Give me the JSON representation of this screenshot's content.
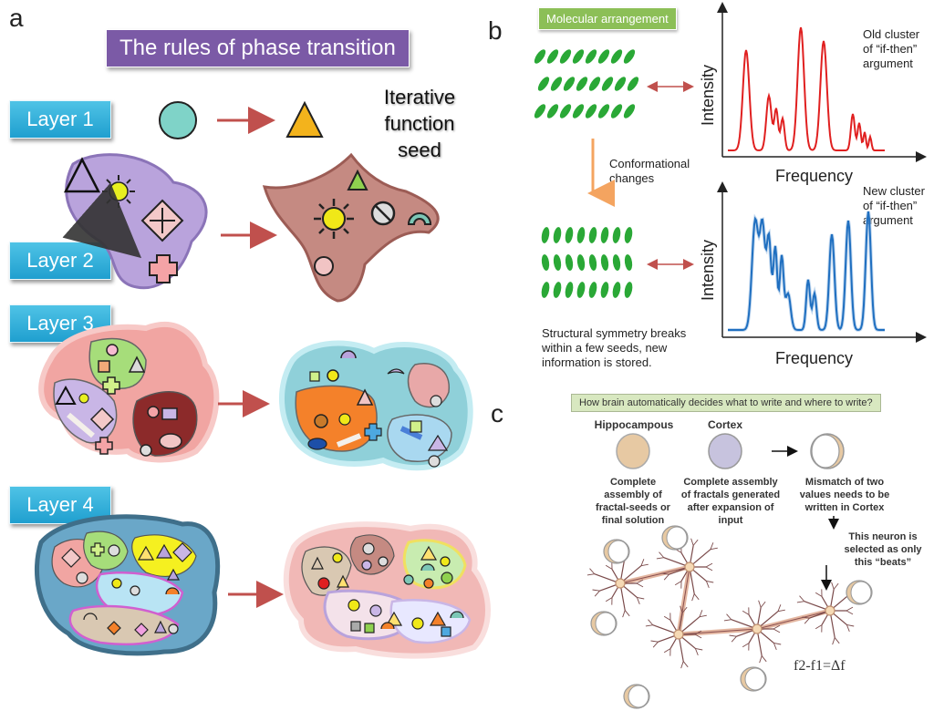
{
  "panel_a": {
    "letter": "a",
    "title": "The rules of phase transition",
    "layers": [
      "Layer 1",
      "Layer 2",
      "Layer 3",
      "Layer 4"
    ],
    "seed_text": [
      "Iterative",
      "function",
      "seed"
    ]
  },
  "panel_b": {
    "letter": "b",
    "banner": "Molecular arrangement",
    "conformational": [
      "Conformational",
      "changes"
    ],
    "symmetry": [
      "Structural symmetry breaks",
      "within a few seeds, new",
      "information is stored."
    ],
    "old_cluster": [
      "Old cluster",
      "of “if-then”",
      "argument"
    ],
    "new_cluster": [
      "New cluster",
      "of “if-then”",
      "argument"
    ],
    "xlabel": "Frequency",
    "ylabel": "Intensity",
    "colors": {
      "old": "#e02020",
      "new": "#1f6fc0",
      "molecule": "#2aa836"
    }
  },
  "panel_c": {
    "letter": "c",
    "banner": "How brain automatically decides what to write and where to write?",
    "hippo_head": "Hippocampous",
    "cortex_head": "Cortex",
    "hippo_text": [
      "Complete",
      "assembly of",
      "fractal-seeds or",
      "final solution"
    ],
    "cortex_text": [
      "Complete assembly",
      "of fractals generated",
      "after expansion of",
      "input"
    ],
    "mismatch_text": [
      "Mismatch of two",
      "values needs to be",
      "written in Cortex"
    ],
    "neuron_text": [
      "This neuron is",
      "selected as only",
      "this “beats”"
    ],
    "formula": "f2-f1=Δf"
  }
}
